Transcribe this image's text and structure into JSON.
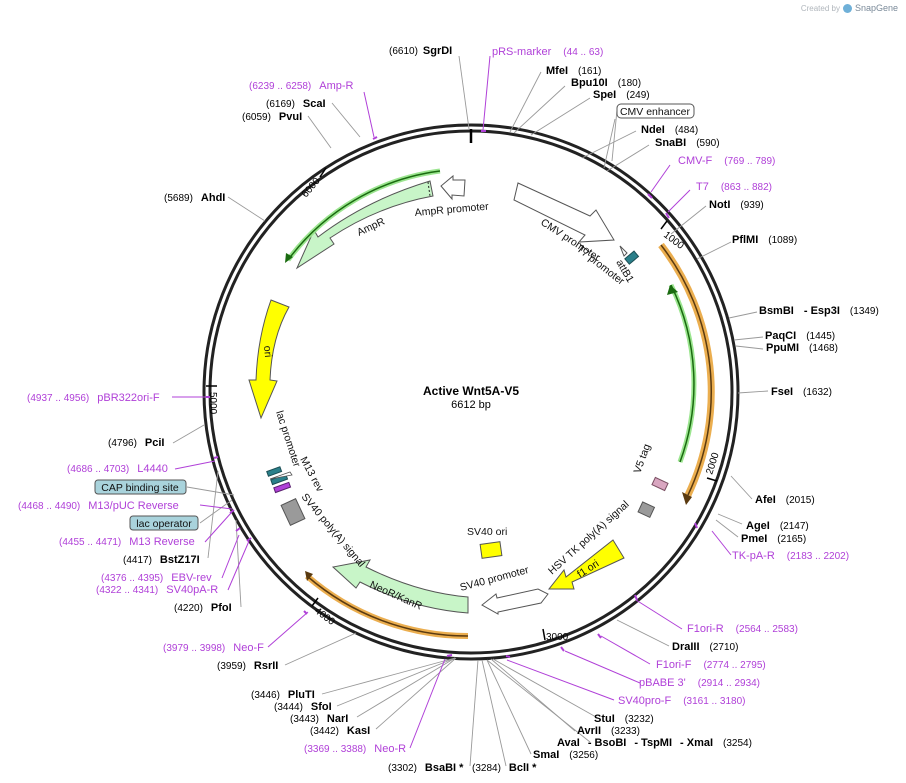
{
  "credit": {
    "prefix": "Created by",
    "brand": "SnapGene"
  },
  "plasmid": {
    "name": "Active Wnt5A-V5",
    "length_label": "6612 bp"
  },
  "ticks": [
    "1000",
    "2000",
    "3000",
    "4000",
    "5000",
    "6000"
  ],
  "sites": {
    "sgrdi": {
      "name": "SgrDI",
      "pos": "(6610)"
    },
    "mfei": {
      "name": "MfeI",
      "pos": "(161)"
    },
    "bpu10i": {
      "name": "Bpu10I",
      "pos": "(180)"
    },
    "spei": {
      "name": "SpeI",
      "pos": "(249)"
    },
    "ndei": {
      "name": "NdeI",
      "pos": "(484)"
    },
    "snabi": {
      "name": "SnaBI",
      "pos": "(590)"
    },
    "noti": {
      "name": "NotI",
      "pos": "(939)"
    },
    "pflmi": {
      "name": "PflMI",
      "pos": "(1089)"
    },
    "bsmbi": {
      "name": "BsmBI",
      "name2": "- Esp3I",
      "pos": "(1349)"
    },
    "paqci": {
      "name": "PaqCI",
      "pos": "(1445)"
    },
    "ppumi": {
      "name": "PpuMI",
      "pos": "(1468)"
    },
    "fsei": {
      "name": "FseI",
      "pos": "(1632)"
    },
    "afei": {
      "name": "AfeI",
      "pos": "(2015)"
    },
    "agei": {
      "name": "AgeI",
      "pos": "(2147)"
    },
    "pmei": {
      "name": "PmeI",
      "pos": "(2165)"
    },
    "draiii": {
      "name": "DraIII",
      "pos": "(2710)"
    },
    "stui": {
      "name": "StuI",
      "pos": "(3232)"
    },
    "avrii": {
      "name": "AvrII",
      "pos": "(3233)"
    },
    "avai": {
      "name": "AvaI",
      "name2": "- BsoBI",
      "name3": "- TspMI",
      "name4": "- XmaI",
      "pos": "(3254)"
    },
    "smai": {
      "name": "SmaI",
      "pos": "(3256)"
    },
    "bcli": {
      "name": "BclI *",
      "pos": "(3284)"
    },
    "bsabi": {
      "name": "BsaBI *",
      "pos": "(3302)"
    },
    "kasi": {
      "name": "KasI",
      "pos": "(3442)"
    },
    "nari": {
      "name": "NarI",
      "pos": "(3443)"
    },
    "sfoi": {
      "name": "SfoI",
      "pos": "(3444)"
    },
    "pluti": {
      "name": "PluTI",
      "pos": "(3446)"
    },
    "rsrii": {
      "name": "RsrII",
      "pos": "(3959)"
    },
    "pfoi": {
      "name": "PfoI",
      "pos": "(4220)"
    },
    "bstz17i": {
      "name": "BstZ17I",
      "pos": "(4417)"
    },
    "pcii": {
      "name": "PciI",
      "pos": "(4796)"
    },
    "ahdi": {
      "name": "AhdI",
      "pos": "(5689)"
    },
    "pvui": {
      "name": "PvuI",
      "pos": "(6059)"
    },
    "scai": {
      "name": "ScaI",
      "pos": "(6169)"
    }
  },
  "primers": {
    "prs_marker": {
      "name": "pRS-marker",
      "range": "(44 .. 63)"
    },
    "cmv_f": {
      "name": "CMV-F",
      "range": "(769 .. 789)"
    },
    "t7": {
      "name": "T7",
      "range": "(863 .. 882)"
    },
    "tk_pa_r": {
      "name": "TK-pA-R",
      "range": "(2183 .. 2202)"
    },
    "f1ori_r": {
      "name": "F1ori-R",
      "range": "(2564 .. 2583)"
    },
    "f1ori_f": {
      "name": "F1ori-F",
      "range": "(2774 .. 2795)"
    },
    "pbabe3": {
      "name": "pBABE 3'",
      "range": "(2914 .. 2934)"
    },
    "sv40pro_f": {
      "name": "SV40pro-F",
      "range": "(3161 .. 3180)"
    },
    "neo_r": {
      "name": "Neo-R",
      "range": "(3369 .. 3388)"
    },
    "neo_f": {
      "name": "Neo-F",
      "range": "(3979 .. 3998)"
    },
    "sv40pa_r": {
      "name": "SV40pA-R",
      "range": "(4322 .. 4341)"
    },
    "ebv_rev": {
      "name": "EBV-rev",
      "range": "(4376 .. 4395)"
    },
    "m13_reverse": {
      "name": "M13 Reverse",
      "range": "(4455 .. 4471)"
    },
    "m13_puc_reverse": {
      "name": "M13/pUC Reverse",
      "range": "(4468 .. 4490)"
    },
    "l4440": {
      "name": "L4440",
      "range": "(4686 .. 4703)"
    },
    "pbr322ori_f": {
      "name": "pBR322ori-F",
      "range": "(4937 .. 4956)"
    },
    "ampr_primer": {
      "name": "Amp-R",
      "range": "(6239 .. 6258)"
    }
  },
  "features": {
    "cmv_enhancer": "CMV enhancer",
    "cmv_promoter": "CMV promoter",
    "t7_promoter": "T7 promoter",
    "attb1": "attB1",
    "v5_tag": "V5 tag",
    "hsv_tk_polya": "HSV TK poly(A) signal",
    "f1_ori": "f1 ori",
    "sv40_ori": "SV40 ori",
    "sv40_promoter": "SV40 promoter",
    "neo_kan": "NeoR/KanR",
    "sv40_polya": "SV40 poly(A) signal",
    "m13_rev": "M13 rev",
    "lac_promoter": "lac promoter",
    "cap_binding_site": "CAP binding site",
    "lac_operator": "lac operator",
    "ori": "ori",
    "ampr": "AmpR",
    "ampr_promoter": "AmpR promoter"
  },
  "colors": {
    "primer": "#b040d8",
    "ori_yellow": "#ffff00",
    "resistance_green": "#c8f5c8",
    "orf_orange": "#e8a030",
    "orf_green": "#2e8b1e",
    "attb_teal": "#2a7f8a",
    "v5_pink": "#d9a6c0",
    "misc_grey": "#9a9a9a",
    "label_box_teal": "#a9d3dc"
  }
}
